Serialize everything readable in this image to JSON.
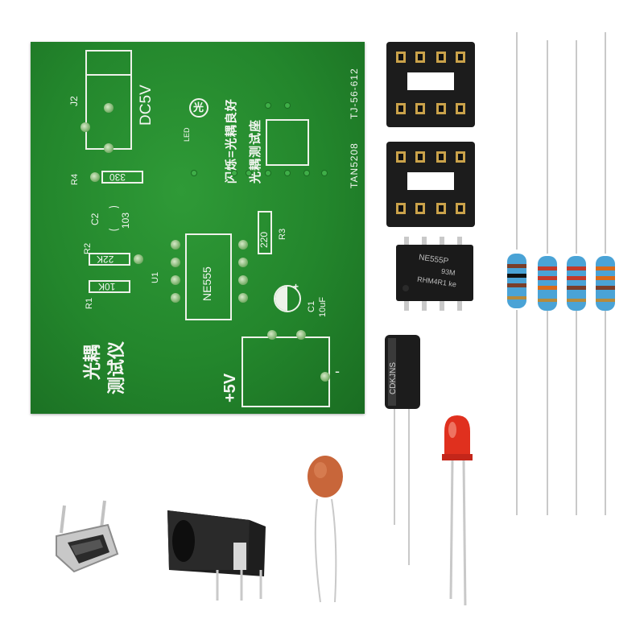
{
  "pcb": {
    "j2": "J2",
    "dc5v": "DC5V",
    "led_label": "LED",
    "led_symbol": "光",
    "note_line1": "闪烁=光耦良好",
    "note_line2": "光耦测试座",
    "model_code": "TAN5208",
    "board_id": "TJ-56-612",
    "r4": "R4",
    "r4_value": "330",
    "c2": "C2",
    "c2_value": "103",
    "r2": "R2",
    "r2_value": "22K",
    "r1": "R1",
    "r1_value": "10K",
    "u1": "U1",
    "ic_name": "NE555",
    "r3": "R3",
    "r3_value": "220",
    "c1": "C1",
    "c1_value": "10uF",
    "title_line1": "光耦",
    "title_line2": "测试仪",
    "plus5v": "+5V",
    "minus": "-"
  },
  "ic": {
    "marking_line1": "NE555P",
    "marking_line2": "93M",
    "marking_line3": "RHM4R1 ke"
  },
  "capacitor": {
    "marking": "CDKJNS"
  },
  "colors": {
    "pcb_green": "#23862c",
    "silkscreen": "#f4f6f2",
    "socket_black": "#1b1b1b",
    "resistor_blue": "#4aa3d6",
    "led_red": "#e0301e",
    "ceramic_cap": "#c8663a"
  },
  "icons": [
    "usb-connector-icon",
    "dc-jack-icon"
  ]
}
